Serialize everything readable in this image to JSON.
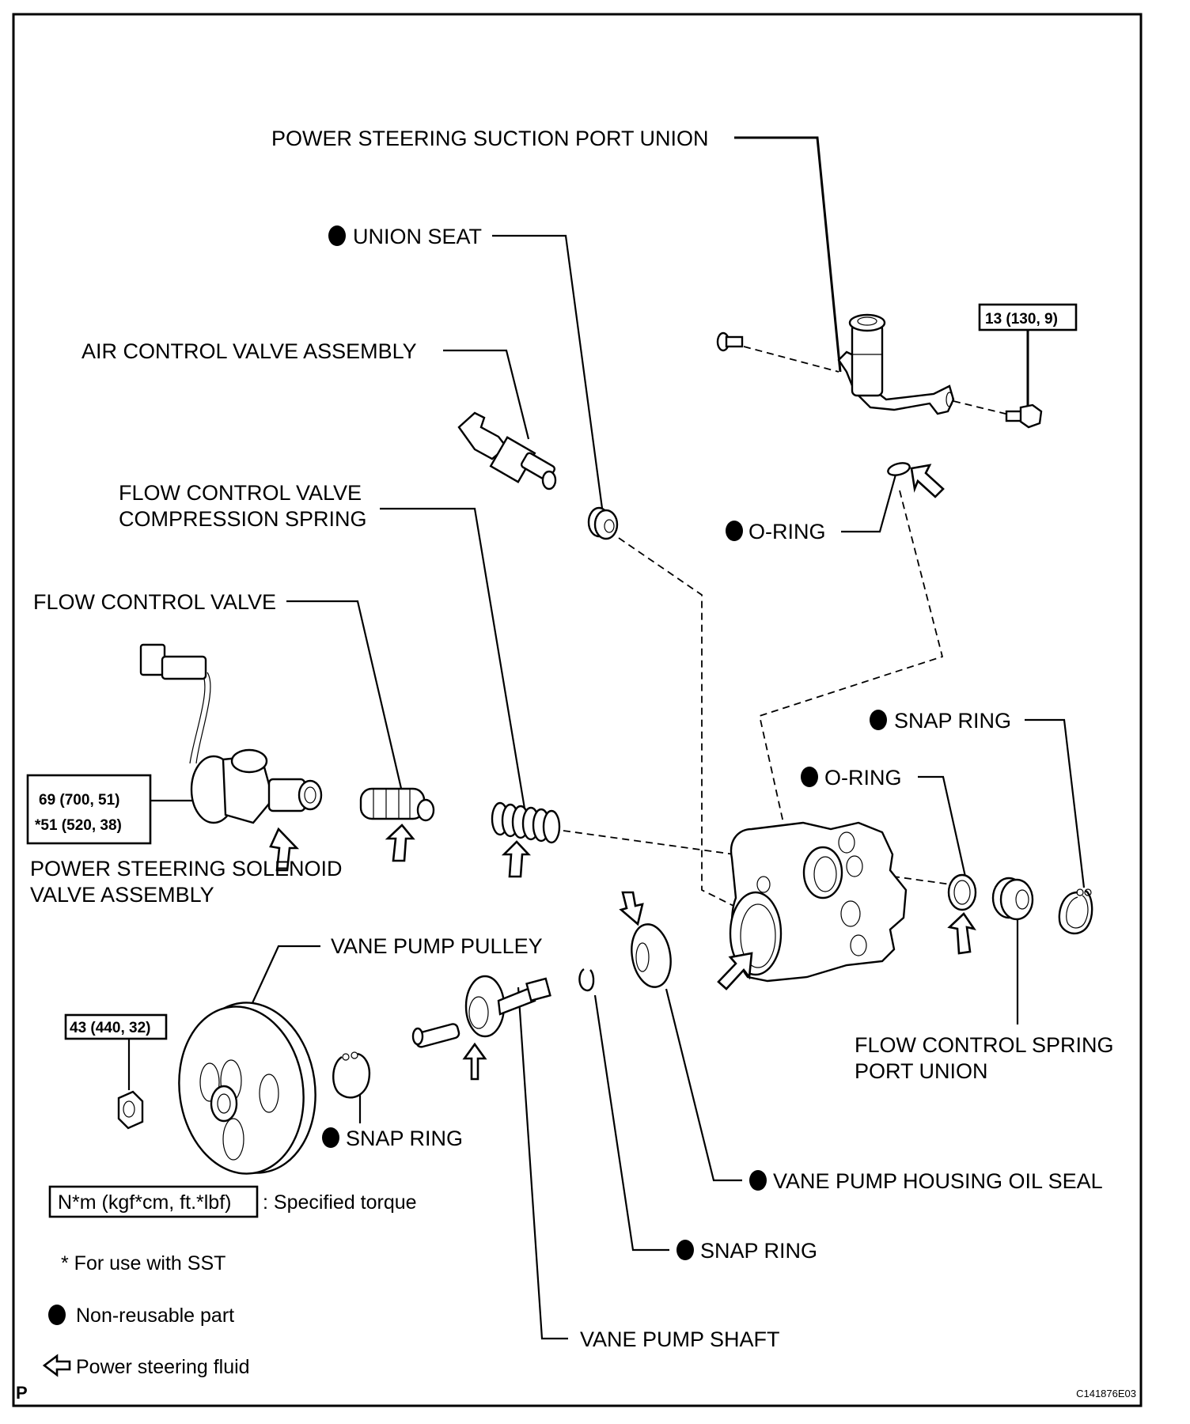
{
  "diagram": {
    "type": "exploded parts diagram",
    "subject": "Power steering vane pump components",
    "labels": {
      "suction_port_union": "POWER STEERING SUCTION PORT UNION",
      "union_seat": "UNION SEAT",
      "air_control_valve": "AIR CONTROL VALVE ASSEMBLY",
      "fcv_spring_line1": "FLOW CONTROL VALVE",
      "fcv_spring_line2": "COMPRESSION SPRING",
      "o_ring_top": "O-RING",
      "flow_control_valve": "FLOW CONTROL VALVE",
      "snap_ring_right": "SNAP RING",
      "o_ring_mid": "O-RING",
      "solenoid_line1": "POWER STEERING SOLENOID",
      "solenoid_line2": "VALVE ASSEMBLY",
      "vane_pump_pulley": "VANE PUMP PULLEY",
      "snap_ring_pulley": "SNAP RING",
      "flow_control_spring_port_union_line1": "FLOW CONTROL SPRING",
      "flow_control_spring_port_union_line2": "PORT UNION",
      "oil_seal": "VANE PUMP HOUSING OIL SEAL",
      "snap_ring_center": "SNAP RING",
      "vane_pump_shaft": "VANE PUMP SHAFT"
    },
    "torques": {
      "suction_port_bolt": "13 (130, 9)",
      "solenoid_line1": "69 (700, 51)",
      "solenoid_line2": "*51 (520, 38)",
      "pulley_nut": "43 (440, 32)"
    },
    "non_reusable_marker": "filled-circle",
    "fluid_marker": "hollow-arrow"
  },
  "legend": {
    "torque_unit": "N*m (kgf*cm, ft.*lbf)",
    "torque_desc": ": Specified torque",
    "sst_note": "* For use with SST",
    "non_reusable": "Non-reusable part",
    "fluid": "Power steering fluid"
  },
  "footer": {
    "page_mark": "P",
    "figure_code": "C141876E03"
  }
}
